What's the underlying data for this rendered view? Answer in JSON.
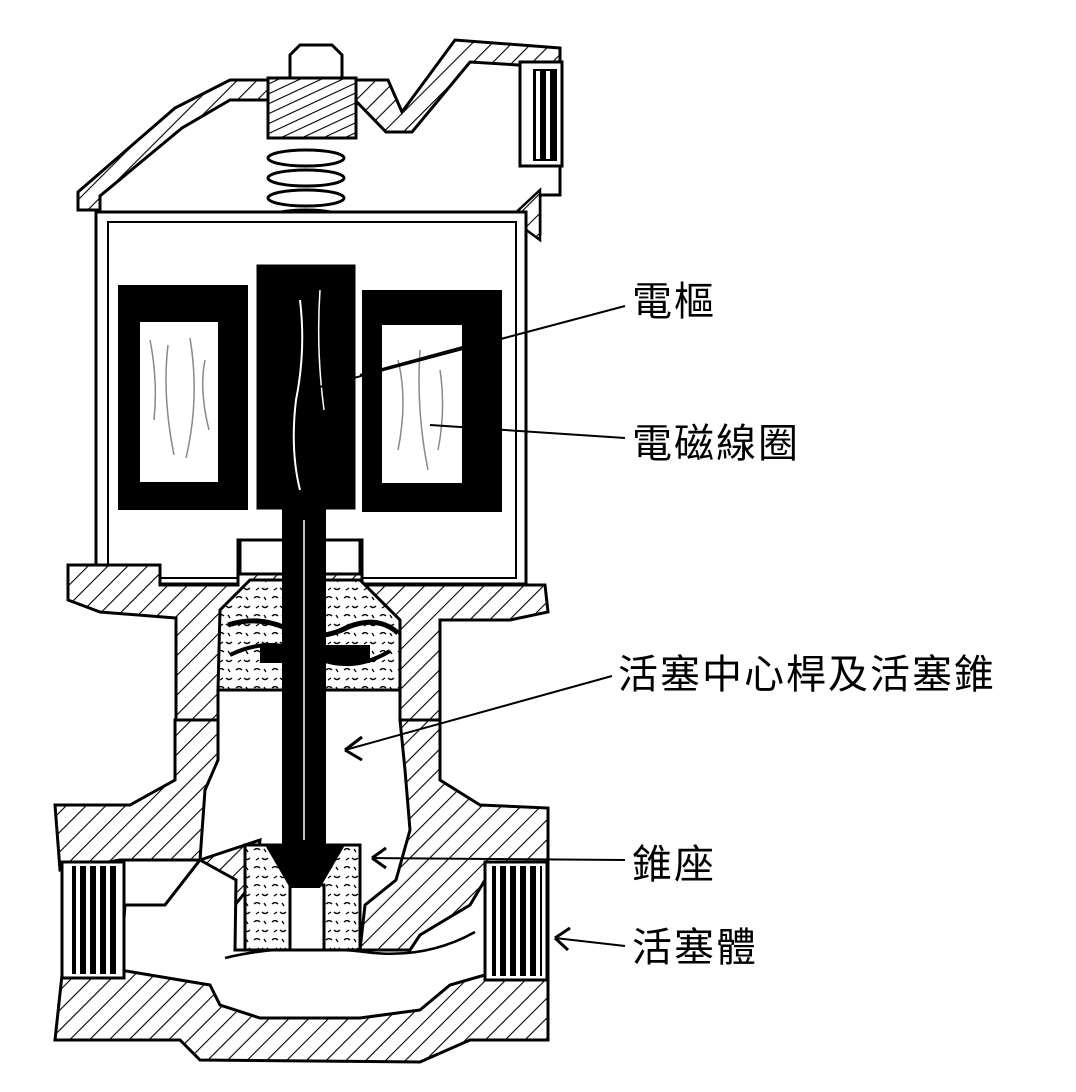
{
  "diagram": {
    "labels": {
      "armature": "電樞",
      "coil": "電磁線圈",
      "stem": "活塞中心桿及活塞錐",
      "seat": "錐座",
      "body": "活塞體"
    }
  },
  "colors": {
    "ink": "#000000",
    "paper": "#ffffff"
  }
}
